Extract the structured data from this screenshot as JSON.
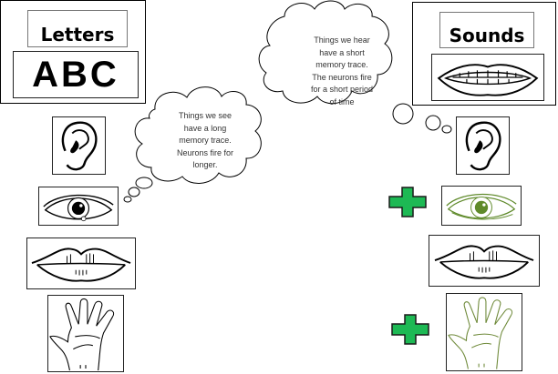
{
  "letters_panel": {
    "title": "Letters",
    "example": "ABC"
  },
  "sounds_panel": {
    "title": "Sounds",
    "icon": "mouth-teeth-icon"
  },
  "thought_bubbles": {
    "see": {
      "lines": [
        "Things we see",
        "have a long",
        "memory trace.",
        "Neurons fire for",
        "longer."
      ]
    },
    "hear": {
      "lines": [
        "Things we hear",
        "have a short",
        "memory trace.",
        "The neurons fire",
        "for a short period",
        "of time"
      ]
    }
  },
  "left_column": {
    "items": [
      {
        "icon": "ear-icon",
        "color": "#000000"
      },
      {
        "icon": "eye-icon",
        "color": "#000000"
      },
      {
        "icon": "lips-icon",
        "color": "#000000"
      },
      {
        "icon": "hand-icon",
        "color": "#000000"
      }
    ]
  },
  "right_column": {
    "items": [
      {
        "icon": "ear-icon",
        "color": "#000000",
        "plus": false
      },
      {
        "icon": "eye-icon",
        "color": "#5f8a2a",
        "plus": true
      },
      {
        "icon": "lips-icon",
        "color": "#000000",
        "plus": false
      },
      {
        "icon": "hand-icon",
        "color": "#6f8a3a",
        "plus": true
      }
    ]
  },
  "colors": {
    "plus_fill": "#1db954",
    "plus_outline": "#1a1a1a",
    "green_icon": "#5f8a2a"
  }
}
